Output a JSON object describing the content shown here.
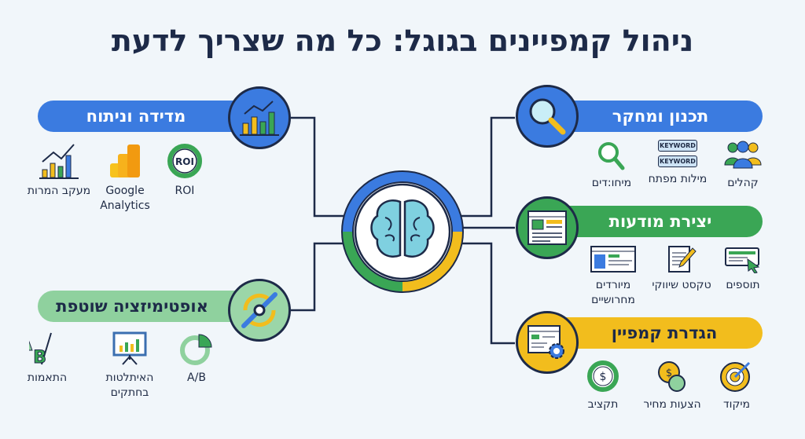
{
  "title": "ניהול קמפיינים בגוגל: כל מה שצריך לדעת",
  "center": {
    "icon": "brain-icon"
  },
  "sections": {
    "measurement": {
      "label": "מדידה וניתוח",
      "icon": "bar-chart-icon",
      "items": [
        {
          "label": "מעקב המרות",
          "icon": "growth-chart-icon"
        },
        {
          "label": "Google Analytics",
          "icon": "analytics-logo-icon"
        },
        {
          "label": "ROI",
          "icon": "roi-ring-icon"
        }
      ]
    },
    "optimization": {
      "label": "אופטימיזציה שוטפת",
      "icon": "optimization-cycle-icon",
      "items": [
        {
          "label": "התאמות",
          "icon": "ab-letters-icon"
        },
        {
          "label": "האיתלטות בחתקים",
          "icon": "presentation-chart-icon"
        },
        {
          "label": "A/B",
          "icon": "pie-chart-icon"
        }
      ]
    },
    "planning": {
      "label": "תכנון ומחקר",
      "icon": "magnifier-icon",
      "items": [
        {
          "label": "קהלים",
          "icon": "audience-icon"
        },
        {
          "label": "מילות מפתח",
          "icon": "keyword-icon",
          "tags": [
            "KEYWORD",
            "KEYWORD"
          ]
        },
        {
          "label": "מיחו:דים",
          "icon": "search-icon"
        }
      ]
    },
    "ads": {
      "label": "יצירת מודעות",
      "icon": "ad-layout-icon",
      "items": [
        {
          "label": "תוספים",
          "icon": "cursor-click-icon"
        },
        {
          "label": "טקסט שיווקי",
          "icon": "edit-document-icon"
        },
        {
          "label": "מיורדים מחרושיים",
          "icon": "web-page-icon"
        }
      ]
    },
    "setup": {
      "label": "הגדרת קמפיין",
      "icon": "settings-window-icon",
      "items": [
        {
          "label": "מיקוד",
          "icon": "target-icon"
        },
        {
          "label": "הצעות מחיר",
          "icon": "coins-icon"
        },
        {
          "label": "תקציב",
          "icon": "budget-icon"
        }
      ]
    }
  },
  "colors": {
    "blue": "#3b7be0",
    "green": "#3aa655",
    "yellow": "#f2bd1d",
    "lightgreen": "#8fd19e",
    "navy": "#1d2a48"
  }
}
